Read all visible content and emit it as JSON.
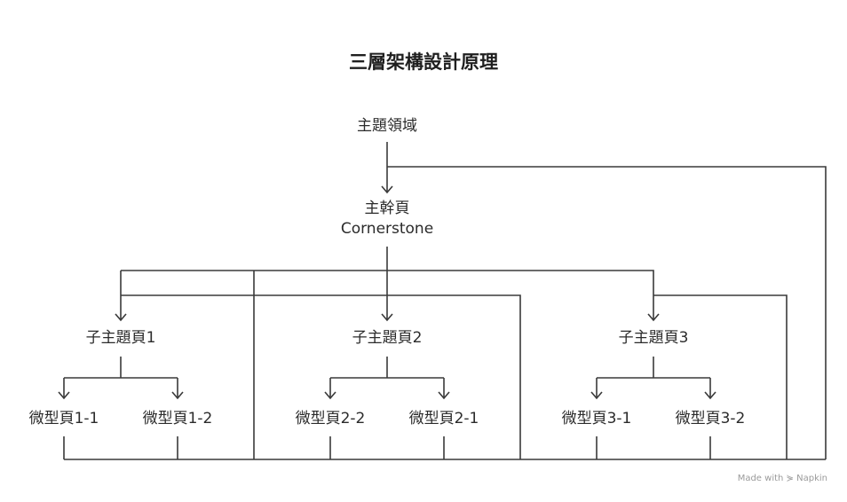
{
  "title": "三層架構設計原理",
  "root": {
    "label": "主題領域"
  },
  "cornerstone": {
    "line1": "主幹頁",
    "line2": "Cornerstone"
  },
  "subpages": [
    {
      "label": "子主題頁1",
      "children": [
        "微型頁1-1",
        "微型頁1-2"
      ]
    },
    {
      "label": "子主題頁2",
      "children": [
        "微型頁2-2",
        "微型頁2-1"
      ]
    },
    {
      "label": "子主題頁3",
      "children": [
        "微型頁3-1",
        "微型頁3-2"
      ]
    }
  ],
  "credit": {
    "made_with": "Made with",
    "brand": "Napkin",
    "brand_icon": "napkin-icon"
  },
  "colors": {
    "line": "#3a3a3a",
    "text": "#2b2b2b",
    "credit": "#9a9a9a"
  }
}
